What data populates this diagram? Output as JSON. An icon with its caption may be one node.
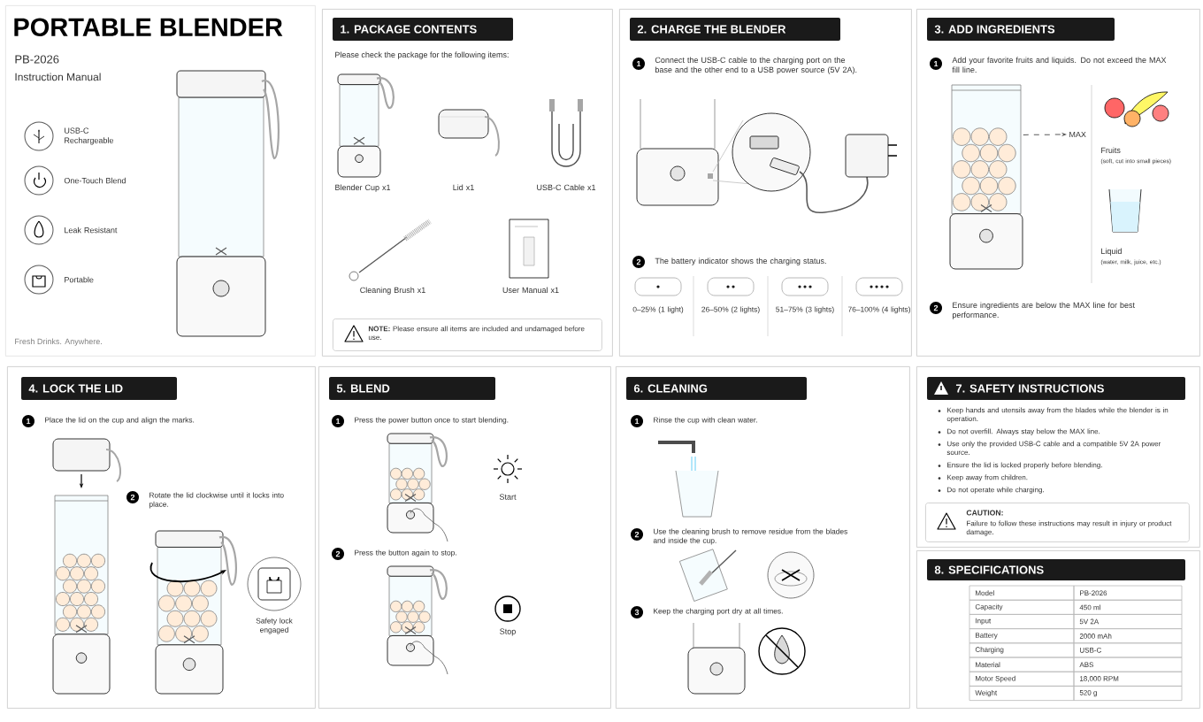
{
  "diagram": {
    "nodes": [
      {
        "text": [
          "PORTABLE BLENDER",
          "PB-2026",
          "Instruction Manual",
          "USB-C Rechargeable",
          "One-Touch Blend",
          "Leak Resistant",
          "Portable",
          "Fresh Drinks. Anywhere."
        ]
      },
      {
        "text": [
          "1. PACKAGE CONTENTS",
          "Please check the package for the following items:",
          "Blender Cup x1",
          "Lid x1",
          "USB-C Cable x1",
          "Cleaning Brush x1",
          "User Manual x1"
        ]
      },
      {
        "text": [
          "**NOTE:** Please ensure all items are included and undamaged before use."
        ],
        "in": 1
      },
      {
        "text": [
          "2. CHARGE THE BLENDER",
          "1",
          "Connect the USB-C cable to the charging port on the base and the other end to a USB power source (5V 2A).",
          "2",
          "The battery indicator shows the charging status.",
          "0–25% (1 light)",
          "26–50% (2 lights)",
          "51–75% (3 lights)",
          "76–100% (4 lights)"
        ]
      },
      {
        "text": [
          "3. ADD INGREDIENTS",
          "1",
          "Add your favorite fruits and liquids. Do not exceed the MAX fill line.",
          "Fruits",
          "(soft, cut into small pieces)",
          "Liquid",
          "(water, milk, juice, etc.)",
          "2",
          "Ensure ingredients are below the MAX line for best performance."
        ]
      },
      {
        "text": [],
        "shape": "picture",
        "in": 4
      },
      {
        "text": [
          "MAX"
        ],
        "in": 4
      },
      {
        "text": [
          "4. LOCK THE LID",
          "1",
          "Place the lid on the cup and align the marks.",
          "2",
          "Rotate the lid clockwise until it locks into place.",
          "Safety lock engaged"
        ]
      },
      {
        "text": [
          "5. BLEND",
          "1",
          "Press the power button once to start blending.",
          "Start",
          "2",
          "Press the button again to stop.",
          "Stop"
        ]
      },
      {
        "text": [
          "6. CLEANING",
          "1",
          "Rinse the cup with clean water.",
          "2",
          "Use the cleaning brush to remove residue from the blades and inside the cup.",
          "3",
          "Keep the charging port dry at all times."
        ]
      },
      {
        "text": [
          "7. SAFETY INSTRUCTIONS",
          "Keep hands and utensils away from the blades while the blender is in operation.",
          "Do not overfill. Always stay below the MAX line.",
          "Use only the provided USB-C cable and a compatible 5V 2A power source.",
          "Ensure the lid is locked properly before blending.",
          "Keep away from children.",
          "Do not operate while charging."
        ]
      },
      {
        "text": [
          "CAUTION:",
          "Failure to follow these instructions may result in injury or product damage."
        ],
        "in": 10
      },
      {
        "text": [
          "8. SPECIFICATIONS"
        ]
      }
    ],
    "edges": [
      {
        "from": 5,
        "to": 6,
        "arrow": "to",
        "style": "dashed"
      }
    ],
    "labels": [
      "Model",
      "PB-2026",
      "Capacity",
      "450 ml",
      "Input",
      "5V 2A",
      "Battery",
      "2000 mAh",
      "Charging",
      "USB-C",
      "Material",
      "ABS",
      "Motor Speed",
      "18,000 RPM",
      "Weight",
      "520 g"
    ]
  }
}
